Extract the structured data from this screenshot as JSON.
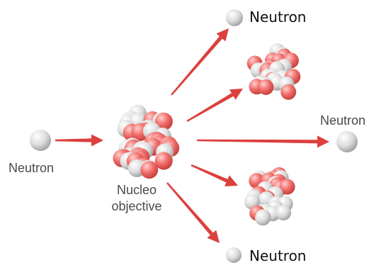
{
  "labels": {
    "neutron_top": "Neutron",
    "neutron_right": "Neutron",
    "neutron_left": "Neutron",
    "neutron_bottom": "Neutron",
    "nucleus_line1": "Nucleo",
    "nucleus_line2": "objective"
  },
  "colors": {
    "arrow": "#d9322e",
    "nucleon_red": "#ef6f6c",
    "nucleon_gray": "#d6d6d6",
    "text": "#333333"
  },
  "icons": {
    "arrow": "arrow-icon",
    "neutron": "neutron-sphere-icon",
    "nucleus": "nucleus-cluster-icon"
  }
}
